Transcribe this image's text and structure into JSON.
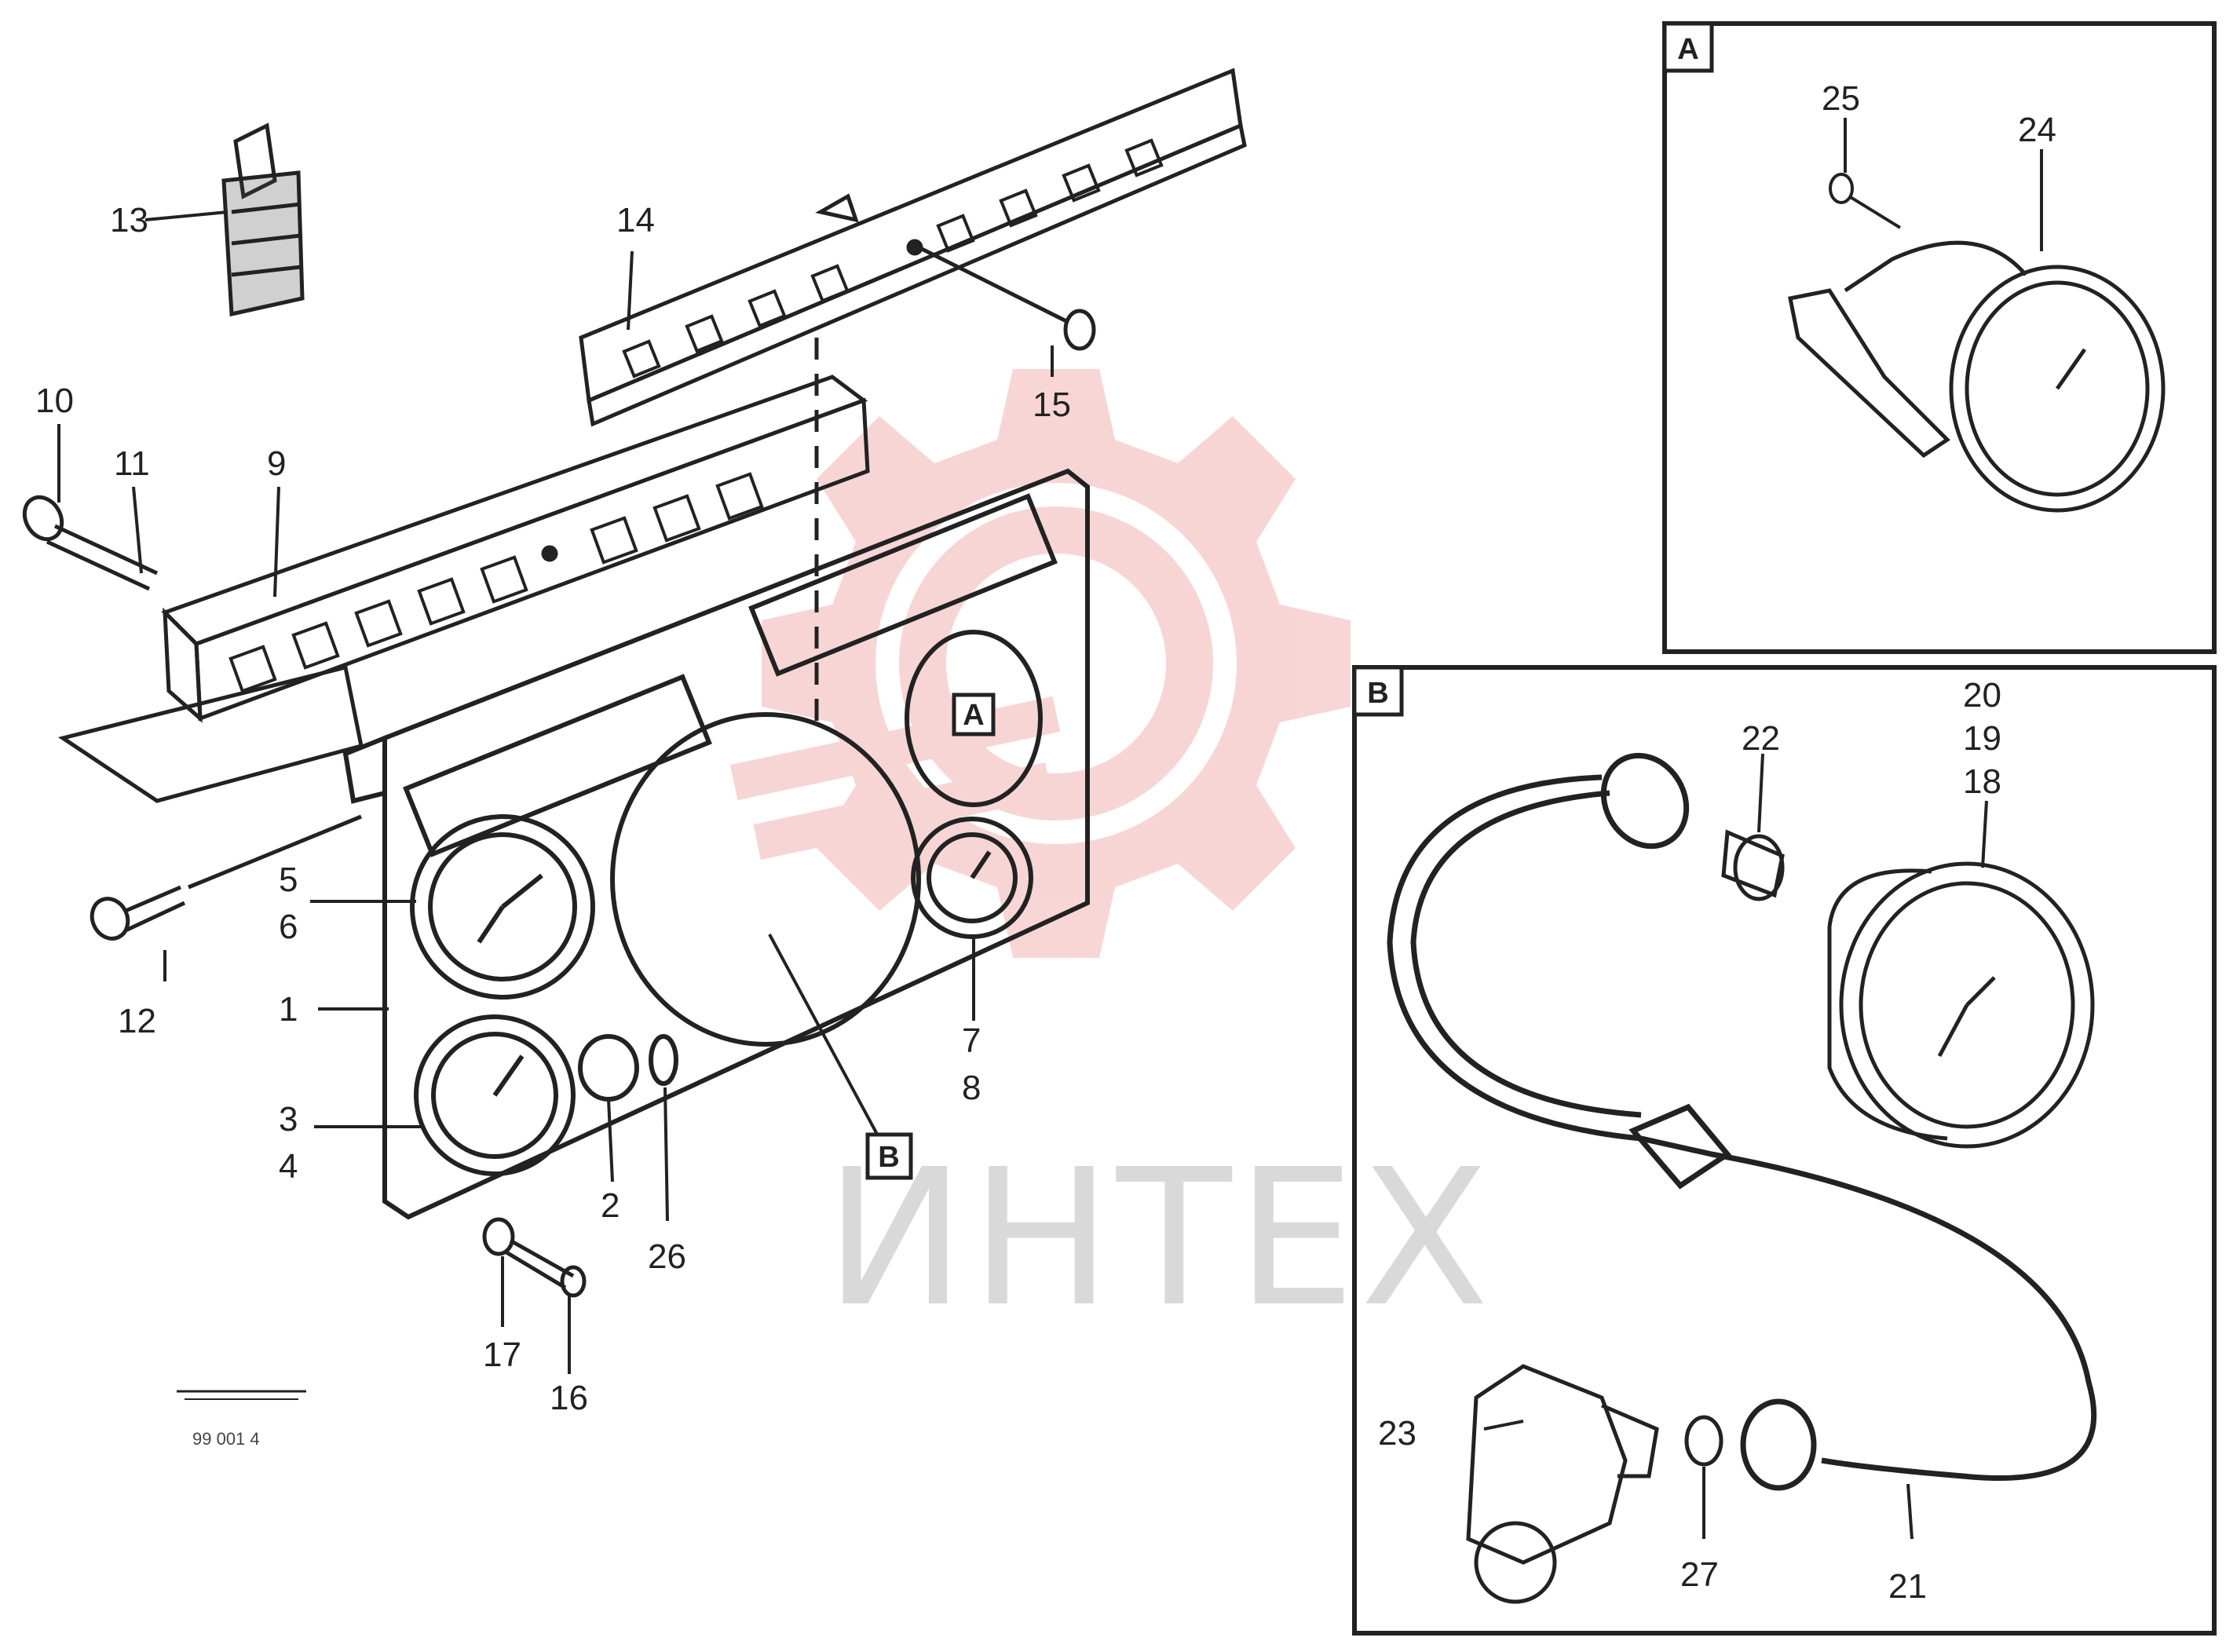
{
  "watermark": {
    "text": "ИНТЕХ",
    "color": "#f4b4b4"
  },
  "inset_a": {
    "tag": "A",
    "callouts": [
      "25",
      "24"
    ]
  },
  "inset_b": {
    "tag": "B",
    "callouts": [
      "22",
      "20",
      "19",
      "18",
      "23",
      "27",
      "21"
    ]
  },
  "panel": {
    "tag_a": "A",
    "tag_b": "B"
  },
  "callouts": {
    "c13_top": "13",
    "c14": "14",
    "c15": "15",
    "c10": "10",
    "c11": "11",
    "c9": "9",
    "c5": "5",
    "c6": "6",
    "c12": "12",
    "c1": "1",
    "c3": "3",
    "c4": "4",
    "c2": "2",
    "c26": "26",
    "c17": "17",
    "c16": "16",
    "c7": "7",
    "c8": "8"
  },
  "figure_id": "99 001 4",
  "colors": {
    "line": "#222222",
    "watermark_red": "#f4b4b4",
    "watermark_grey": "#d9d9d9"
  }
}
